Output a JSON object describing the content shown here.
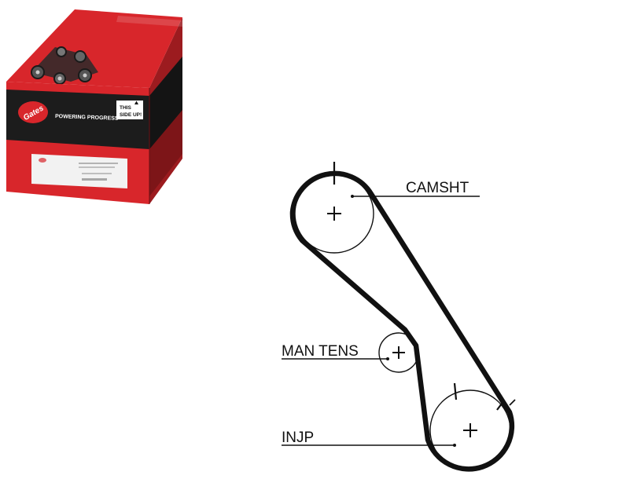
{
  "product_box": {
    "brand": "Gates",
    "slogan": "POWERING PROGRESS™",
    "orientation_line1": "THIS",
    "orientation_line2": "SIDE UP!",
    "colors": {
      "red": "#d8262b",
      "dark_red": "#9c1b1f",
      "black": "#1c1c1c"
    }
  },
  "diagram": {
    "labels": {
      "camshaft": "CAMSHT",
      "tensioner": "MAN TENS",
      "injection_pump": "INJP"
    }
  }
}
